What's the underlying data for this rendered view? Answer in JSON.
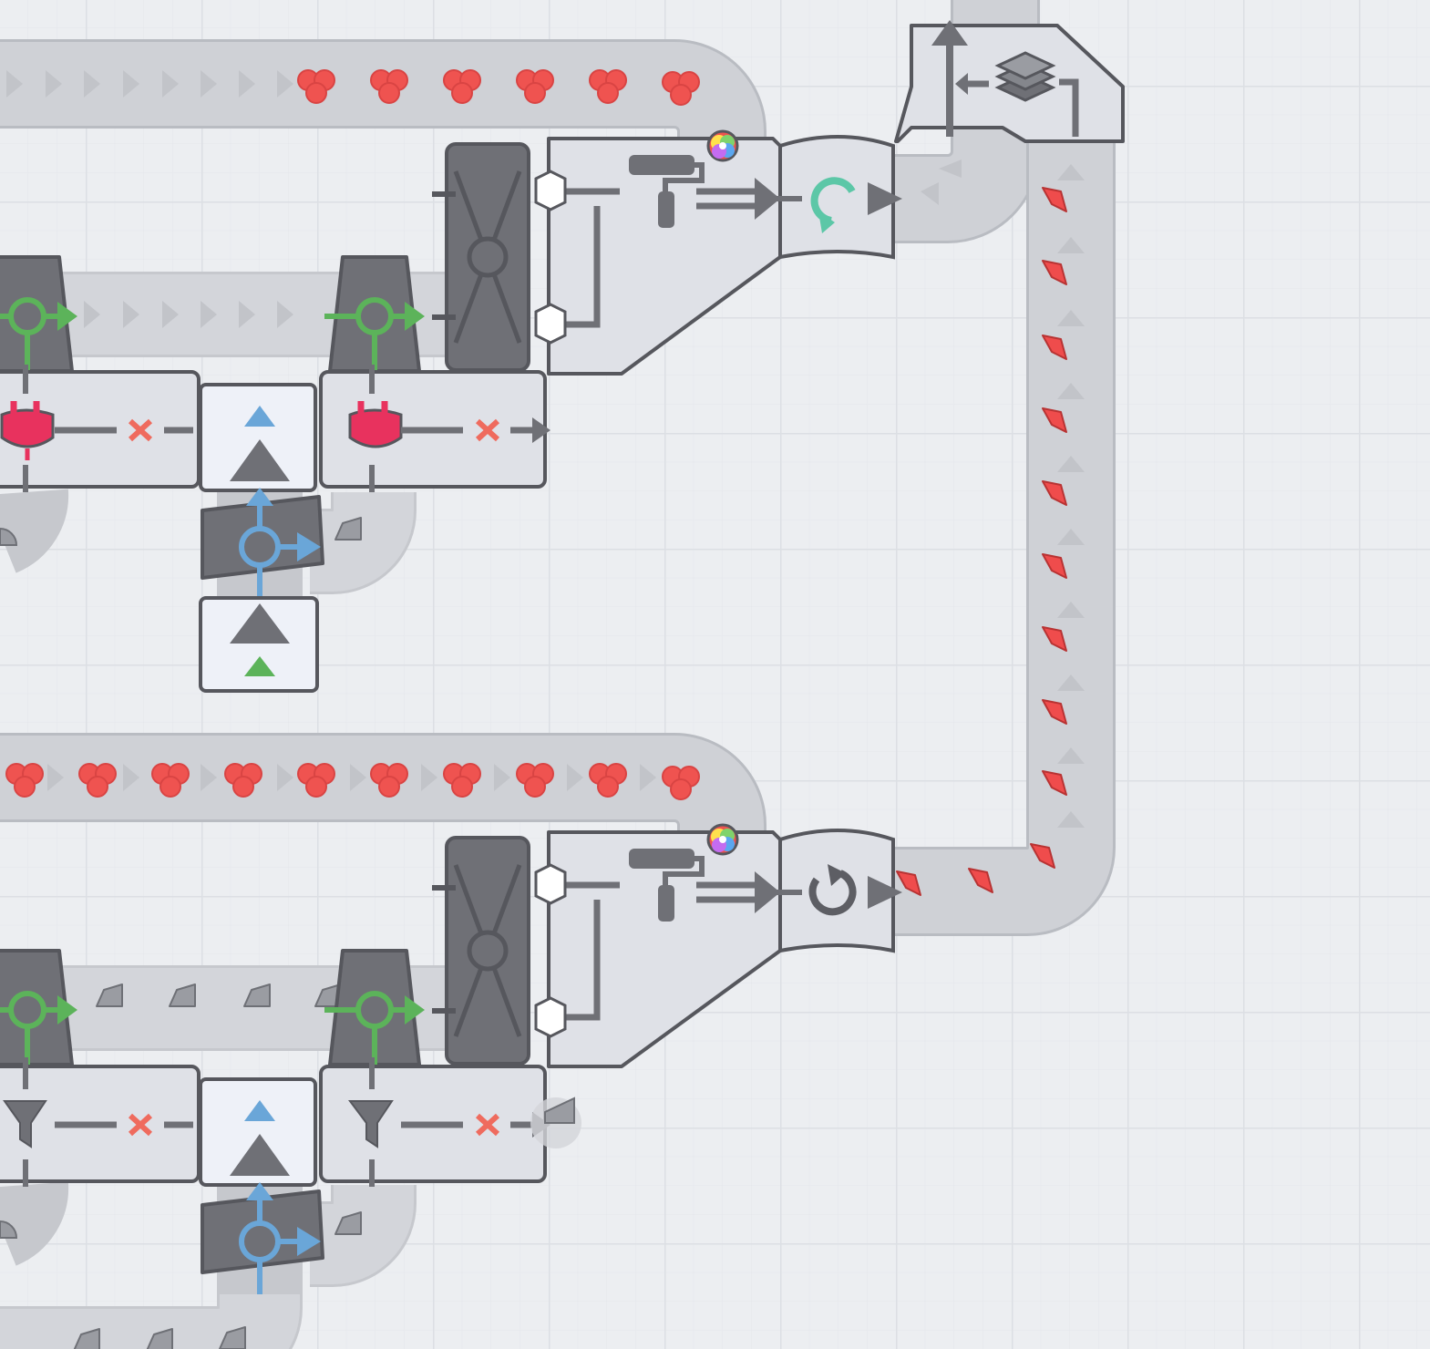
{
  "game": "Shapez 2",
  "view": "factory-floor",
  "colors": {
    "background": "#eceef1",
    "grid_line": "#dcdfe4",
    "belt": "#cfd1d6",
    "belt_edge": "#b9bcc2",
    "building_dark": "#6f7076",
    "building_light": "#dfe1e7",
    "building_pale": "#eef1f8",
    "outline": "#56575d",
    "green": "#5cb35a",
    "blue": "#6aa6d8",
    "red_shape": "#ef5350",
    "pink": "#e8325e",
    "teal": "#5cc7a7",
    "grey_shape": "#9a9ca2"
  },
  "top_line": {
    "input_belt_items": [
      "red-cluster-shape",
      "red-cluster-shape",
      "red-cluster-shape",
      "red-cluster-shape",
      "red-cluster-shape",
      "red-cluster-shape"
    ],
    "painter_color": "rainbow",
    "rotator_direction": "clockwise",
    "rotator_color": "#5cc7a7",
    "signal_emitters": [
      "red-plug",
      "red-plug"
    ]
  },
  "bottom_line": {
    "input_belt_items": [
      "red-cluster-shape",
      "red-cluster-shape",
      "red-cluster-shape",
      "red-cluster-shape",
      "red-cluster-shape",
      "red-cluster-shape",
      "red-cluster-shape",
      "red-cluster-shape",
      "red-cluster-shape",
      "red-cluster-shape"
    ],
    "painter_color": "rainbow",
    "rotator_direction": "counter-clockwise",
    "rotator_color": "#5d5e64",
    "filters": [
      "funnel-filter",
      "funnel-filter"
    ]
  },
  "output_belt": {
    "item": "red-shard-shape",
    "count_visible": 12
  },
  "stacker": {
    "icon": "stack-layers-icon"
  }
}
